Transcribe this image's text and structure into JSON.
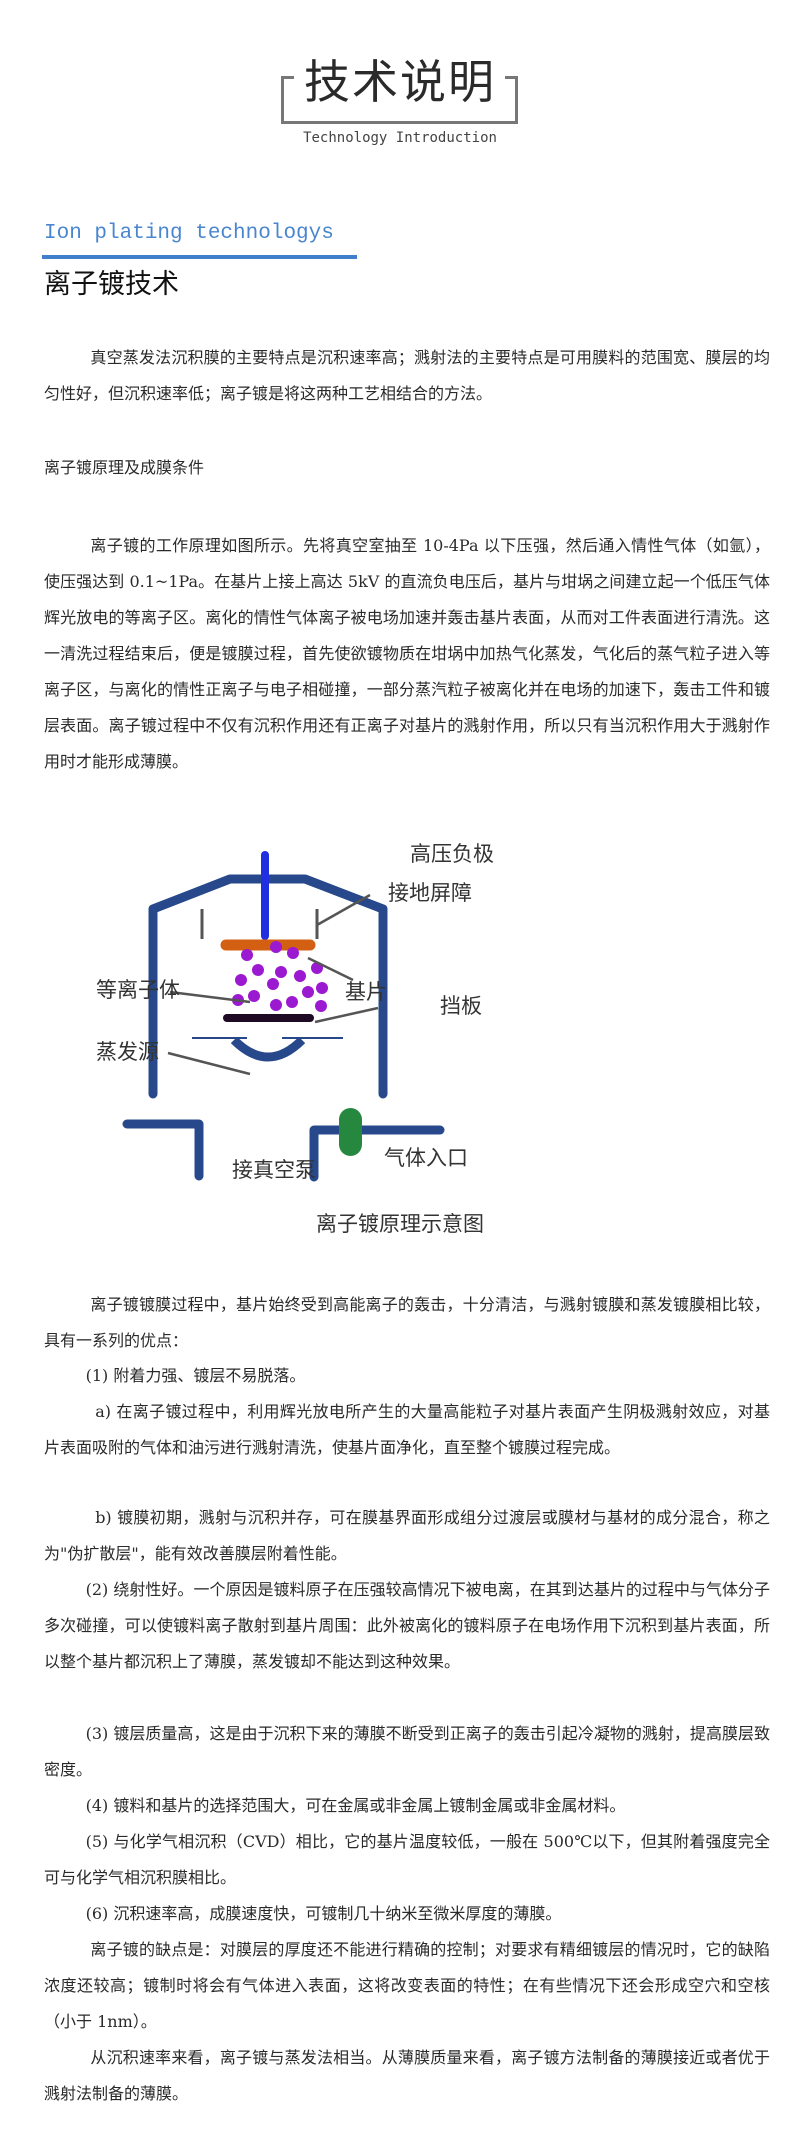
{
  "header": {
    "title": "技术说明",
    "subtitle": "Technology Introduction"
  },
  "section": {
    "title_en": "Ion plating technologys",
    "title_cn": "离子镀技术",
    "accent_color": "#3f7fcb"
  },
  "intro": {
    "p1": "真空蒸发法沉积膜的主要特点是沉积速率高；溅射法的主要特点是可用膜料的范围宽、膜层的均匀性好，但沉积速率低；离子镀是将这两种工艺相结合的方法。",
    "subheading": "离子镀原理及成膜条件",
    "p2": "离子镀的工作原理如图所示。先将真空室抽至 10-4Pa 以下压强，然后通入情性气体（如氩），使压强达到 0.1~1Pa。在基片上接上高达 5kV 的直流负电压后，基片与坩埚之间建立起一个低压气体辉光放电的等离子区。离化的情性气体离子被电场加速并轰击基片表面，从而对工件表面进行清洗。这一清洗过程结束后，便是镀膜过程，首先使欲镀物质在坩埚中加热气化蒸发，气化后的蒸气粒子进入等离子区，与离化的情性正离子与电子相碰撞，一部分蒸汽粒子被离化并在电场的加速下，轰击工件和镀层表面。离子镀过程中不仅有沉积作用还有正离子对基片的溅射作用，所以只有当沉积作用大于溅射作用时才能形成薄膜。"
  },
  "diagram": {
    "caption": "离子镀原理示意图",
    "labels": {
      "cathode": "高压负极",
      "shield": "接地屏障",
      "substrate": "基片",
      "plasma": "等离子体",
      "baffle": "挡板",
      "source": "蒸发源",
      "vacuum_pump": "接真空泵",
      "gas_inlet": "气体入口"
    },
    "colors": {
      "chamber": "#27488a",
      "electrode": "#2030e0",
      "substrate": "#d35f12",
      "plasma": "#9b19d0",
      "baffle": "#1e0a24",
      "valve": "#26873f",
      "leader": "#555555"
    }
  },
  "advantages": {
    "intro": "离子镀镀膜过程中，基片始终受到高能离子的轰击，十分清洁，与溅射镀膜和蒸发镀膜相比较，具有一系列的优点：",
    "item1": "(1) 附着力强、镀层不易脱落。",
    "item1a": "a) 在离子镀过程中，利用辉光放电所产生的大量高能粒子对基片表面产生阴极溅射效应，对基片表面吸附的气体和油污进行溅射清洗，使基片面净化，直至整个镀膜过程完成。",
    "item1b": "b) 镀膜初期，溅射与沉积并存，可在膜基界面形成组分过渡层或膜材与基材的成分混合，称之为\"伪扩散层\"，能有效改善膜层附着性能。",
    "item2": "(2) 绕射性好。一个原因是镀料原子在压强较高情况下被电离，在其到达基片的过程中与气体分子多次碰撞，可以使镀料离子散射到基片周围：此外被离化的镀料原子在电场作用下沉积到基片表面，所以整个基片都沉积上了薄膜，蒸发镀却不能达到这种效果。",
    "item3": "(3) 镀层质量高，这是由于沉积下来的薄膜不断受到正离子的轰击引起冷凝物的溅射，提高膜层致密度。",
    "item4": "(4) 镀料和基片的选择范围大，可在金属或非金属上镀制金属或非金属材料。",
    "item5": "(5) 与化学气相沉积（CVD）相比，它的基片温度较低，一般在 500℃以下，但其附着强度完全可与化学气相沉积膜相比。",
    "item6": "(6) 沉积速率高，成膜速度快，可镀制几十纳米至微米厚度的薄膜。"
  },
  "disadvantages": {
    "p1": "离子镀的缺点是：对膜层的厚度还不能进行精确的控制；对要求有精细镀层的情况时，它的缺陷浓度还较高；镀制时将会有气体进入表面，这将改变表面的特性；在有些情况下还会形成空穴和空核（小于 1nm）。",
    "p2": "从沉积速率来看，离子镀与蒸发法相当。从薄膜质量来看，离子镀方法制备的薄膜接近或者优于溅射法制备的薄膜。"
  }
}
